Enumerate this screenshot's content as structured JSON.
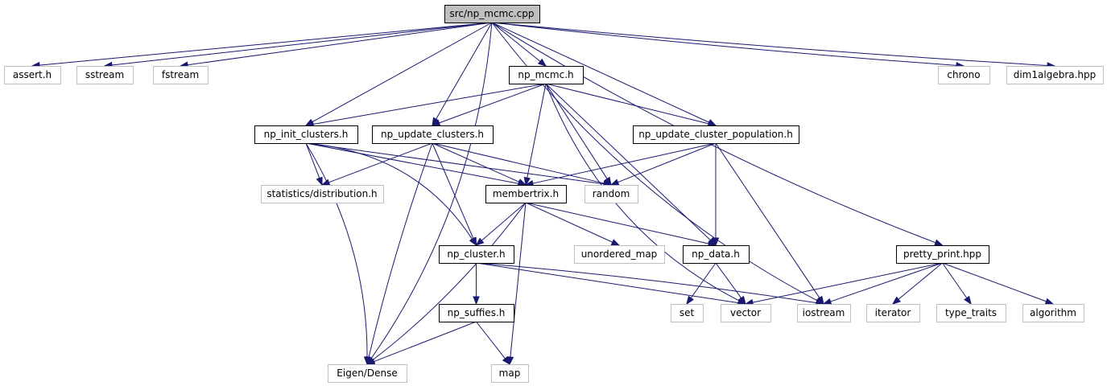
{
  "colors": {
    "edge": "#191970",
    "root_fill": "#bfbfbf",
    "external_border": "#bfbfbf",
    "local_border": "#000000",
    "background": "#ffffff"
  },
  "nodes": {
    "root": {
      "label": "src/np_mcmc.cpp",
      "kind": "root"
    },
    "assert_h": {
      "label": "assert.h",
      "kind": "external"
    },
    "sstream": {
      "label": "sstream",
      "kind": "external"
    },
    "fstream": {
      "label": "fstream",
      "kind": "external"
    },
    "np_mcmc_h": {
      "label": "np_mcmc.h",
      "kind": "local"
    },
    "chrono": {
      "label": "chrono",
      "kind": "external"
    },
    "dim1algebra": {
      "label": "dim1algebra.hpp",
      "kind": "external"
    },
    "np_init_clusters": {
      "label": "np_init_clusters.h",
      "kind": "local"
    },
    "np_update_clusters": {
      "label": "np_update_clusters.h",
      "kind": "local"
    },
    "np_update_cluster_population": {
      "label": "np_update_cluster_population.h",
      "kind": "local"
    },
    "statistics_distribution": {
      "label": "statistics/distribution.h",
      "kind": "external"
    },
    "membertrix": {
      "label": "membertrix.h",
      "kind": "local"
    },
    "random": {
      "label": "random",
      "kind": "external"
    },
    "np_cluster": {
      "label": "np_cluster.h",
      "kind": "local"
    },
    "unordered_map": {
      "label": "unordered_map",
      "kind": "external"
    },
    "np_data": {
      "label": "np_data.h",
      "kind": "local"
    },
    "pretty_print": {
      "label": "pretty_print.hpp",
      "kind": "local"
    },
    "np_suffies": {
      "label": "np_suffies.h",
      "kind": "local"
    },
    "set": {
      "label": "set",
      "kind": "external"
    },
    "vector": {
      "label": "vector",
      "kind": "external"
    },
    "iostream": {
      "label": "iostream",
      "kind": "external"
    },
    "iterator": {
      "label": "iterator",
      "kind": "external"
    },
    "type_traits": {
      "label": "type_traits",
      "kind": "external"
    },
    "algorithm": {
      "label": "algorithm",
      "kind": "external"
    },
    "eigen_dense": {
      "label": "Eigen/Dense",
      "kind": "external"
    },
    "map": {
      "label": "map",
      "kind": "external"
    }
  },
  "edges": [
    {
      "from": "root",
      "to": "assert_h"
    },
    {
      "from": "root",
      "to": "sstream"
    },
    {
      "from": "root",
      "to": "fstream"
    },
    {
      "from": "root",
      "to": "np_mcmc_h"
    },
    {
      "from": "root",
      "to": "chrono"
    },
    {
      "from": "root",
      "to": "dim1algebra"
    },
    {
      "from": "root",
      "to": "np_init_clusters"
    },
    {
      "from": "root",
      "to": "np_update_clusters"
    },
    {
      "from": "root",
      "to": "np_update_cluster_population"
    },
    {
      "from": "root",
      "to": "eigen_dense"
    },
    {
      "from": "root",
      "to": "iostream"
    },
    {
      "from": "root",
      "to": "pretty_print"
    },
    {
      "from": "np_mcmc_h",
      "to": "np_init_clusters"
    },
    {
      "from": "np_mcmc_h",
      "to": "np_update_clusters"
    },
    {
      "from": "np_mcmc_h",
      "to": "np_update_cluster_population"
    },
    {
      "from": "np_mcmc_h",
      "to": "membertrix"
    },
    {
      "from": "np_mcmc_h",
      "to": "random"
    },
    {
      "from": "np_mcmc_h",
      "to": "np_data"
    },
    {
      "from": "np_mcmc_h",
      "to": "vector"
    },
    {
      "from": "np_init_clusters",
      "to": "statistics_distribution"
    },
    {
      "from": "np_init_clusters",
      "to": "membertrix"
    },
    {
      "from": "np_init_clusters",
      "to": "random"
    },
    {
      "from": "np_init_clusters",
      "to": "np_cluster"
    },
    {
      "from": "np_init_clusters",
      "to": "eigen_dense"
    },
    {
      "from": "np_update_clusters",
      "to": "statistics_distribution"
    },
    {
      "from": "np_update_clusters",
      "to": "membertrix"
    },
    {
      "from": "np_update_clusters",
      "to": "random"
    },
    {
      "from": "np_update_clusters",
      "to": "np_cluster"
    },
    {
      "from": "np_update_clusters",
      "to": "eigen_dense"
    },
    {
      "from": "np_update_cluster_population",
      "to": "membertrix"
    },
    {
      "from": "np_update_cluster_population",
      "to": "random"
    },
    {
      "from": "np_update_cluster_population",
      "to": "np_data"
    },
    {
      "from": "np_update_cluster_population",
      "to": "iostream"
    },
    {
      "from": "membertrix",
      "to": "np_cluster"
    },
    {
      "from": "membertrix",
      "to": "unordered_map"
    },
    {
      "from": "membertrix",
      "to": "np_data"
    },
    {
      "from": "membertrix",
      "to": "eigen_dense"
    },
    {
      "from": "membertrix",
      "to": "map"
    },
    {
      "from": "np_cluster",
      "to": "np_suffies"
    },
    {
      "from": "np_cluster",
      "to": "vector"
    },
    {
      "from": "np_cluster",
      "to": "iostream"
    },
    {
      "from": "np_data",
      "to": "set"
    },
    {
      "from": "np_data",
      "to": "vector"
    },
    {
      "from": "np_suffies",
      "to": "eigen_dense"
    },
    {
      "from": "np_suffies",
      "to": "map"
    },
    {
      "from": "pretty_print",
      "to": "vector"
    },
    {
      "from": "pretty_print",
      "to": "iostream"
    },
    {
      "from": "pretty_print",
      "to": "iterator"
    },
    {
      "from": "pretty_print",
      "to": "type_traits"
    },
    {
      "from": "pretty_print",
      "to": "algorithm"
    }
  ]
}
